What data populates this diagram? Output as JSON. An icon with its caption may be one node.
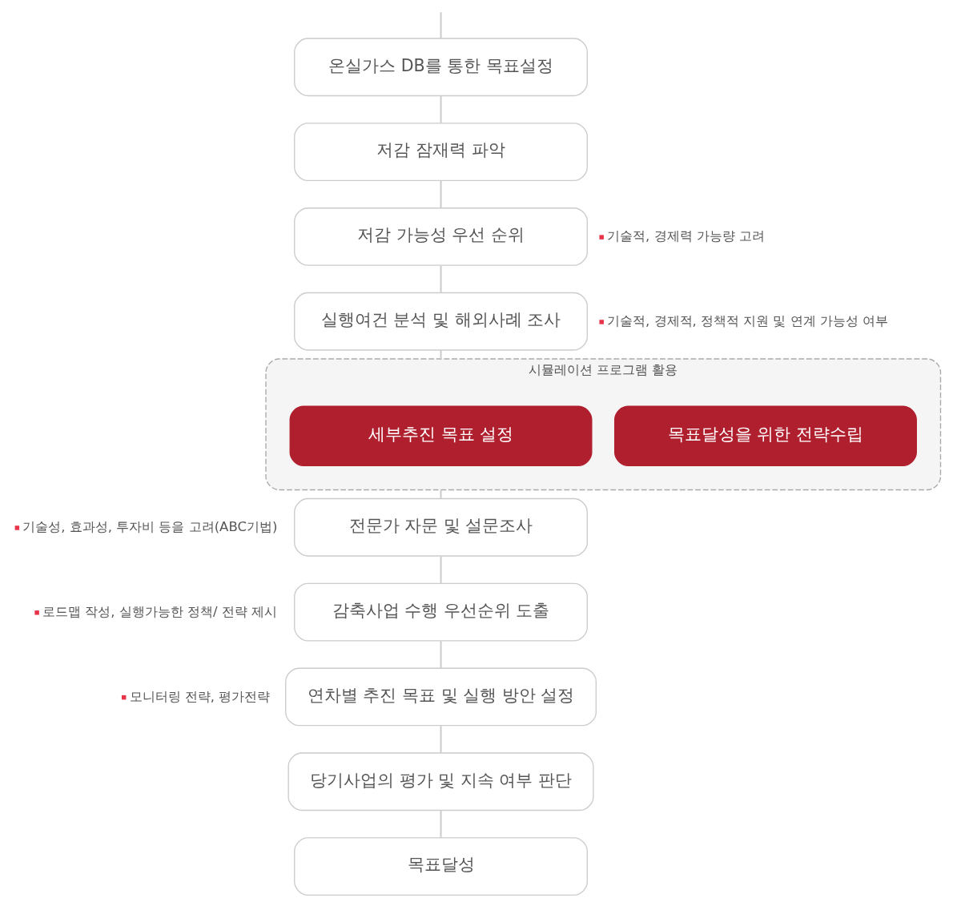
{
  "diagram": {
    "nodes": [
      {
        "text": [
          "온실가스 DB를 통한 목표설정"
        ]
      },
      {
        "text": [
          "저감 잠재력 파악"
        ]
      },
      {
        "text": [
          "저감 가능성 우선 순위"
        ],
        "beside": [
          "기술적, 경제력 가능량 고려"
        ]
      },
      {
        "text": [
          "실행여건 분석 및 해외사례 조사"
        ],
        "beside": [
          "기술적, 경제적, 정책적 지원 및 연계 가능성 여부"
        ]
      },
      {
        "text": [
          "시뮬레이션 프로그램 활용"
        ]
      },
      {
        "text": [
          "세부추진 목표 설정"
        ],
        "in": 4
      },
      {
        "text": [
          "목표달성을 위한 전략수립"
        ],
        "in": 4
      },
      {
        "text": [
          "전문가 자문 및 설문조사"
        ],
        "beside": [
          "기술성, 효과성, 투자비 등을 고려(ABC기법)"
        ]
      },
      {
        "text": [
          "감축사업 수행 우선순위 도출"
        ],
        "beside": [
          "로드맵 작성, 실행가능한 정책/ 전략 제시"
        ]
      },
      {
        "text": [
          "연차별 추진 목표 및 실행 방안 설정"
        ],
        "beside": [
          "모니터링 전략, 평가전략"
        ]
      },
      {
        "text": [
          "당기사업의 평가 및 지속 여부 판단"
        ]
      },
      {
        "text": [
          "목표달성"
        ]
      }
    ],
    "edges": [
      {
        "from": null,
        "to": 0,
        "arrow": "none"
      },
      {
        "from": 0,
        "to": 1,
        "arrow": "none"
      },
      {
        "from": 1,
        "to": 2,
        "arrow": "none"
      },
      {
        "from": 2,
        "to": 3,
        "arrow": "none"
      },
      {
        "from": 3,
        "to": 4,
        "arrow": "none"
      },
      {
        "from": 4,
        "to": 7,
        "arrow": "none"
      },
      {
        "from": 7,
        "to": 8,
        "arrow": "none"
      },
      {
        "from": 8,
        "to": 9,
        "arrow": "none"
      },
      {
        "from": 9,
        "to": 10,
        "arrow": "none"
      },
      {
        "from": 10,
        "to": 11,
        "arrow": "none"
      }
    ]
  }
}
